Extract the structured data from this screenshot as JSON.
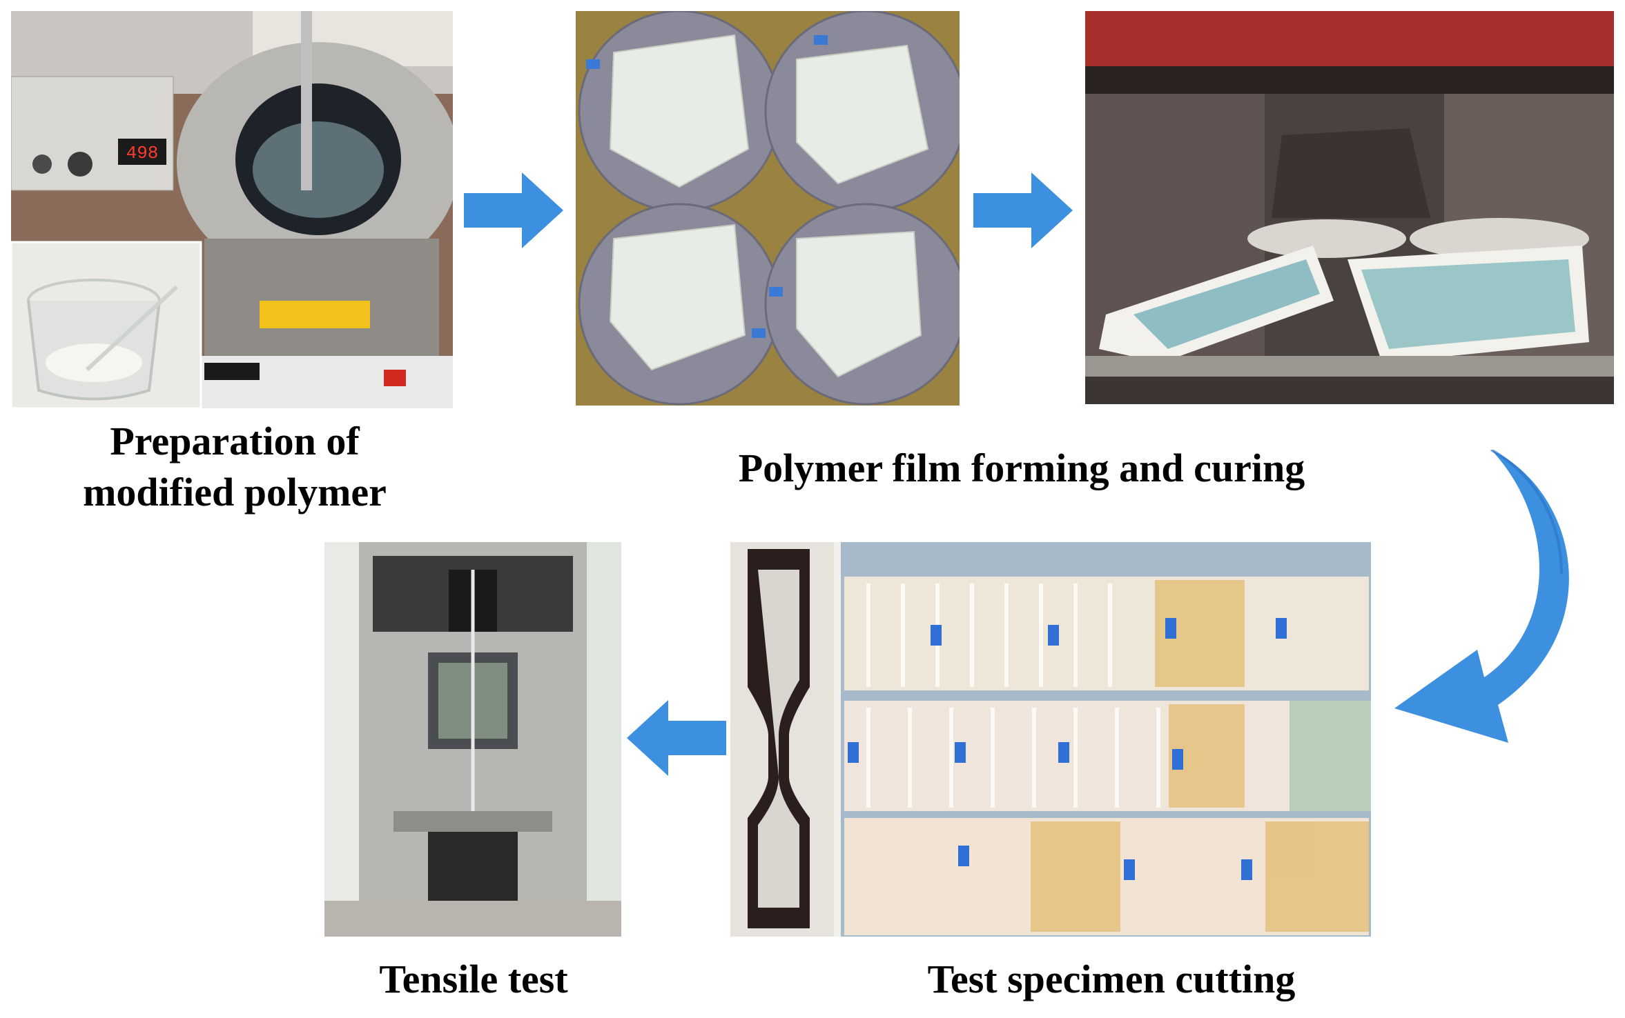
{
  "steps": {
    "preparation": {
      "label_line1": "Preparation of",
      "label_line2": "modified polymer"
    },
    "film": {
      "label": "Polymer film forming and curing"
    },
    "cutting": {
      "label": "Test specimen cutting"
    },
    "tensile": {
      "label": "Tensile test"
    }
  },
  "photo_text": {
    "heater_display": "498"
  },
  "colors": {
    "arrow_blue": "#3d8fe0",
    "arrow_blue_dark": "#2a73c4"
  }
}
